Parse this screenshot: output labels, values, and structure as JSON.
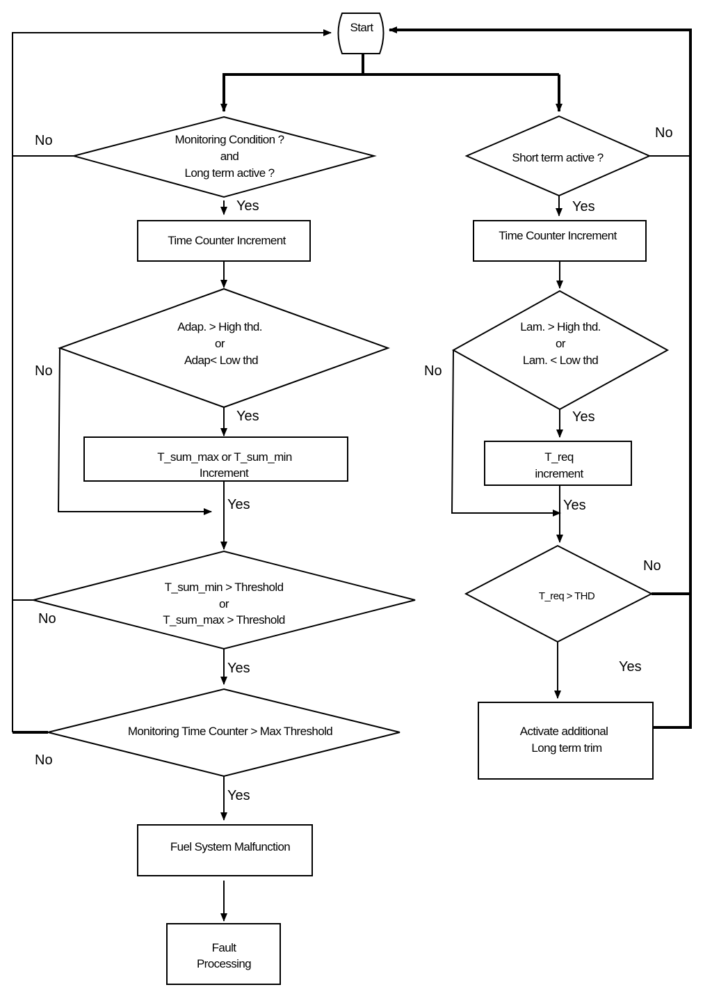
{
  "start": "Start",
  "left": {
    "d1": [
      "Monitoring  Condition ?",
      "and",
      "Long term active ?"
    ],
    "p1": "Time Counter Increment",
    "d2": [
      "Adap. > High thd.",
      "or",
      "Adap< Low thd"
    ],
    "p2": [
      "T_sum_max or  T_sum_min",
      "Increment"
    ],
    "d3": [
      "T_sum_min > Threshold",
      "or",
      "T_sum_max > Threshold"
    ],
    "d4": "Monitoring Time Counter > Max Threshold",
    "p3": "Fuel System Malfunction",
    "p4": [
      "Fault",
      "Processing"
    ]
  },
  "right": {
    "d1": "Short term active ?",
    "p1": "Time Counter Increment",
    "d2": [
      "Lam. > High thd.",
      "or",
      "Lam. < Low thd"
    ],
    "p2": [
      "T_req",
      "increment"
    ],
    "d3": "T_req > THD",
    "p3": [
      "Activate additional",
      "Long term trim"
    ]
  },
  "labels": {
    "yes": "Yes",
    "no": "No"
  }
}
